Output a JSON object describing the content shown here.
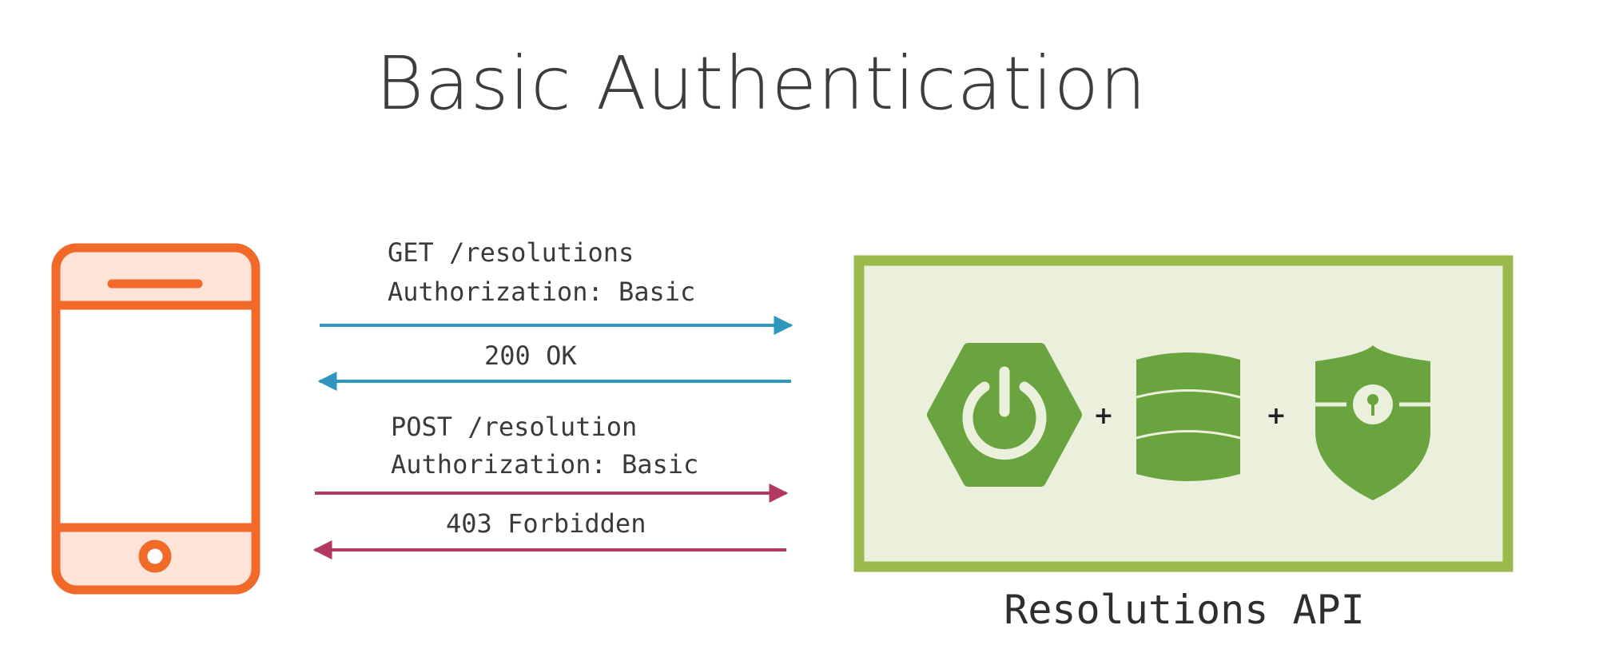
{
  "slide": {
    "title": "Basic Authentication"
  },
  "requests": [
    {
      "request_line": "GET /resolutions",
      "header_line": "Authorization: Basic",
      "response": "200 OK",
      "color": "#2f96bd"
    },
    {
      "request_line": "POST /resolution",
      "header_line": "Authorization: Basic",
      "response": "403 Forbidden",
      "color": "#b23a62"
    }
  ],
  "server": {
    "label": "Resolutions API",
    "plus_sign": "+",
    "frame_color": "#9aba4e",
    "fill_color": "#ebf0dd",
    "icon_color": "#6aa43f",
    "icons": [
      "spring-power-icon",
      "database-icon",
      "security-shield-icon"
    ]
  },
  "client": {
    "icon": "smartphone-icon",
    "color": "#f26a2a",
    "accent_fill": "#fde3d8"
  }
}
